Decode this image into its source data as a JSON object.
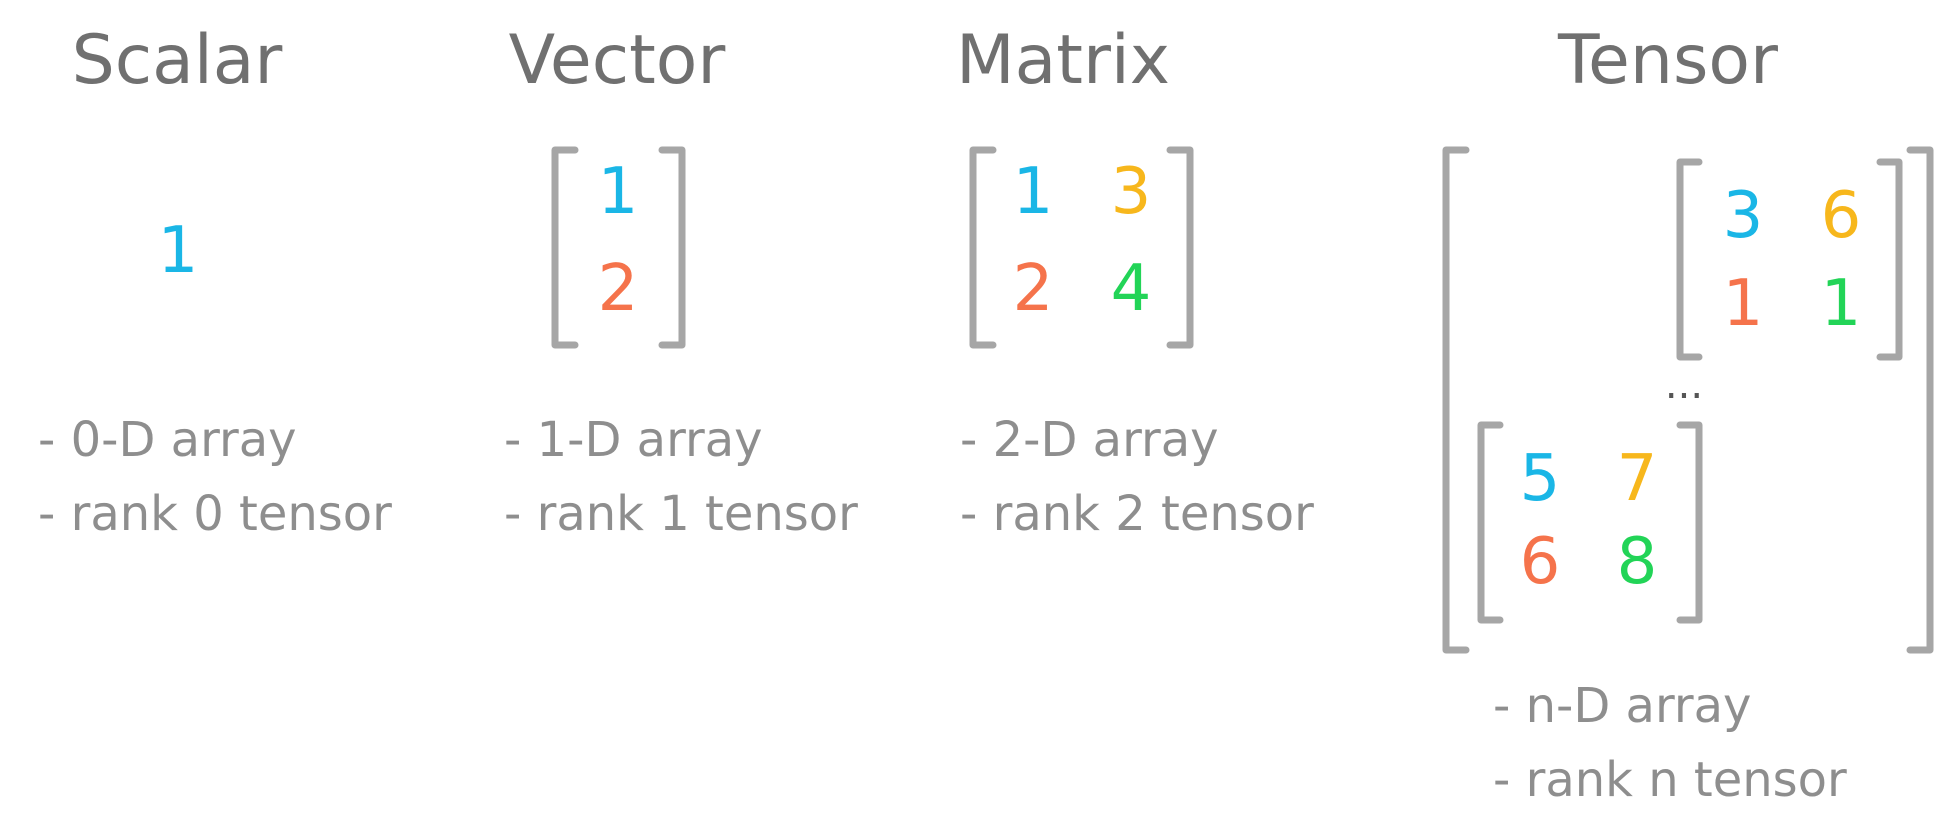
{
  "colors": {
    "blue": "#1ab6e6",
    "orange": "#f5734b",
    "yellow": "#f7b71c",
    "green": "#22d457",
    "title": "#707070",
    "text": "#8e8e8e",
    "bracket": "#a6a6a6"
  },
  "scalar": {
    "title": "Scalar",
    "value": "1",
    "desc1": "- 0-D array",
    "desc2": "- rank 0 tensor"
  },
  "vector": {
    "title": "Vector",
    "values": [
      "1",
      "2"
    ],
    "desc1": "- 1-D array",
    "desc2": "- rank 1 tensor"
  },
  "matrix": {
    "title": "Matrix",
    "row1": [
      "1",
      "3"
    ],
    "row2": [
      "2",
      "4"
    ],
    "desc1": "- 2-D array",
    "desc2": "- rank 2 tensor"
  },
  "tensor": {
    "title": "Tensor",
    "back": {
      "row1": [
        "3",
        "6"
      ],
      "row2": [
        "1",
        "1"
      ]
    },
    "ellipsis": "...",
    "front": {
      "row1": [
        "5",
        "7"
      ],
      "row2": [
        "6",
        "8"
      ]
    },
    "desc1": "- n-D array",
    "desc2": "- rank n tensor"
  }
}
